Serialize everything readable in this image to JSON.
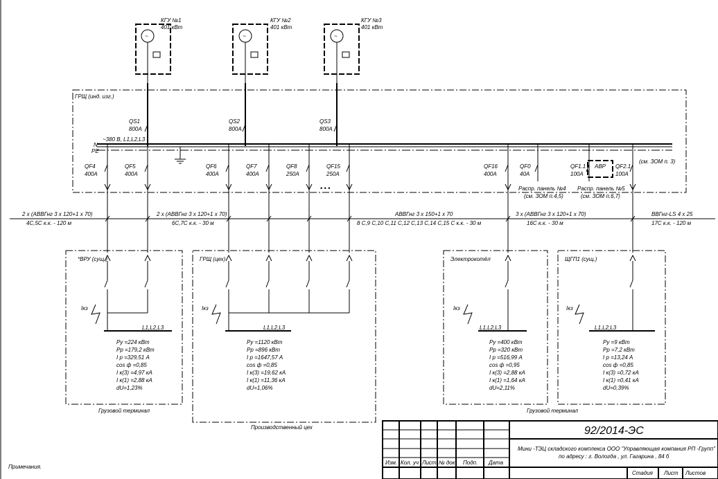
{
  "generators": [
    {
      "name": "КГУ №1",
      "power": "401 кВт"
    },
    {
      "name": "КГУ №2",
      "power": "401 кВт"
    },
    {
      "name": "КГУ №3",
      "power": "401 кВт"
    }
  ],
  "grsh_label": "ГРЩ (инд. изг.)",
  "bus_label": "~380 В, L1,L2,L3",
  "n_label": "N",
  "pe_label": "PE",
  "qs": [
    {
      "name": "QS1",
      "rating": "800А"
    },
    {
      "name": "QS2",
      "rating": "800А"
    },
    {
      "name": "QS3",
      "rating": "800А"
    }
  ],
  "qf": [
    {
      "name": "QF4",
      "rating": "400А"
    },
    {
      "name": "QF5",
      "rating": "400А"
    },
    {
      "name": "QF6",
      "rating": "400А"
    },
    {
      "name": "QF7",
      "rating": "400А"
    },
    {
      "name": "QF8",
      "rating": "250А"
    },
    {
      "name": "QF15",
      "rating": "250А"
    },
    {
      "name": "QF16",
      "rating": "400А"
    },
    {
      "name": "QF0",
      "rating": "40А"
    },
    {
      "name": "QF1.1",
      "rating": "100А"
    },
    {
      "name": "QF2.1",
      "rating": "100А"
    }
  ],
  "ellipsis": "• • •",
  "avr": "АВР",
  "see_zom3": "(см. ЗОМ п. 3)",
  "panel4": {
    "line1": "Распр. панель №4",
    "line2": "(см. ЗОМ п.4,5)"
  },
  "panel5": {
    "line1": "Распр. панель №5",
    "line2": "(см. ЗОМ п.6,7)"
  },
  "cables": [
    {
      "line1": "2 х (АВВГнг 3 х 120+1 х 70)",
      "line2": "4С,5С к.к. - 120 м"
    },
    {
      "line1": "2 х (АВВГнг 3 х 120+1 х 70)",
      "line2": "6С,7С к.к. - 30 м"
    },
    {
      "line1": "АВВГнг 3 х 150+1 х 70",
      "line2": "8 С,9 С,10 С,11 С,12 С,13 С,14 С,15 С к.к. - 30 м"
    },
    {
      "line1": "3 х (АВВГнг 3 х 120+1 х 70)",
      "line2": "16С к.к. - 30 м"
    },
    {
      "line1": "ВВГнг-LS 4 х 25",
      "line2": "17С к.к. - 120 м"
    }
  ],
  "loads": [
    {
      "name": "*ВРУ (сущ.)",
      "bus": "L1,L2,L3",
      "ikz": "Iкз",
      "params": [
        "Pу =224 кВт",
        "Pр =179,2 кВт",
        "I р =329,51 А",
        "cos ф =0,85",
        "I к(3) =4,97 кА",
        "I к(1) =2,88 кА",
        "dU=1,23%"
      ],
      "group": "Грузовой терминал"
    },
    {
      "name": "ГРЩ (цех)",
      "bus": "L1,L2,L3",
      "ikz": "Iкз",
      "params": [
        "Pу =1120 кВт",
        "Pр =896 кВт",
        "I р =1647,57 А",
        "cos ф =0,85",
        "I к(3) =19,62 кА",
        "I к(1) =11,36 кА",
        "dU=1,06%"
      ],
      "group": "Производственный цех"
    },
    {
      "name": "Электрокотёл",
      "bus": "L1,L2,L3",
      "ikz": "Iкз",
      "params": [
        "Pу =400 кВт",
        "Pр =320 кВт",
        "I р =516,99 А",
        "cos ф =0,95",
        "I к(3) =2,88 кА",
        "I к(1) =1,64 кА",
        "dU=2,11%"
      ],
      "group": ""
    },
    {
      "name": "ЩГП1 (сущ.)",
      "bus": "L1,L2,L3",
      "ikz": "Iкз",
      "params": [
        "Pу =9 кВт",
        "Pр =7,2 кВт",
        "I р =13,24 А",
        "cos ф =0,85",
        "I к(3) =0,72 кА",
        "I к(1) =0,41 кА",
        "dU=0,39%"
      ],
      "group": "Грузовой терминал"
    }
  ],
  "notes": "Примечания.",
  "stamp": {
    "code": "92/2014-ЭС",
    "desc1": "Мини -ТЭЦ складского комплекса ООО \"Управляющая компания РП -Групп\"",
    "desc2": "по адресу : г. Вологда , ул. Гагарина , 84 б",
    "cols": [
      "Изм.",
      "Кол. уч",
      "Лист",
      "№ док.",
      "Подп.",
      "Дата"
    ],
    "stage_cols": [
      "Стадия",
      "Лист",
      "Листов"
    ]
  }
}
